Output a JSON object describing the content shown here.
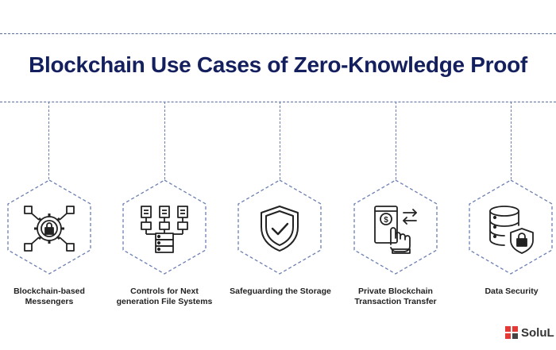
{
  "title": "Blockchain Use Cases of Zero-Knowledge Proof",
  "use_cases": [
    {
      "label": "Blockchain-based Messengers",
      "icon": "gear-lock-network-icon"
    },
    {
      "label": "Controls for Next generation File Systems",
      "icon": "file-hierarchy-server-icon"
    },
    {
      "label": "Safeguarding the Storage",
      "icon": "shield-check-icon"
    },
    {
      "label": "Private Blockchain Transaction Transfer",
      "icon": "hand-phone-payment-icon"
    },
    {
      "label": "Data Security",
      "icon": "database-lock-icon"
    }
  ],
  "brand": {
    "text": "SoluL"
  },
  "colors": {
    "title": "#14205e",
    "lines": "#6c7fb3",
    "icon": "#222222",
    "logo_accent": "#e53935"
  }
}
